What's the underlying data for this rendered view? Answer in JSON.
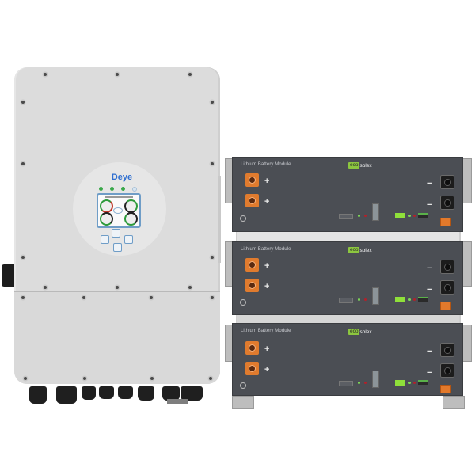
{
  "scene": {
    "description": "Product photo of a hybrid solar inverter next to a stack of three rack-mounted lithium battery modules",
    "background": "#ffffff"
  },
  "inverter": {
    "brand": "Deye",
    "body_color": "#dcdcdc",
    "brand_color": "#2f6fd0",
    "status_leds": [
      "green",
      "green",
      "green",
      "white"
    ],
    "screen_keys": [
      "up",
      "left",
      "right",
      "down"
    ],
    "cable_glands": 9
  },
  "batteries": {
    "accent_color": "#8cc63f",
    "panel_color": "#4b4e54",
    "modules": [
      {
        "title": "Lithium Battery Module",
        "brand_prefix": "eco",
        "brand_suffix": "solex",
        "pos_sign": "+",
        "neg_sign": "−"
      },
      {
        "title": "Lithium Battery Module",
        "brand_prefix": "eco",
        "brand_suffix": "solex",
        "pos_sign": "+",
        "neg_sign": "−"
      },
      {
        "title": "Lithium Battery Module",
        "brand_prefix": "eco",
        "brand_suffix": "solex",
        "pos_sign": "+",
        "neg_sign": "−"
      }
    ]
  }
}
